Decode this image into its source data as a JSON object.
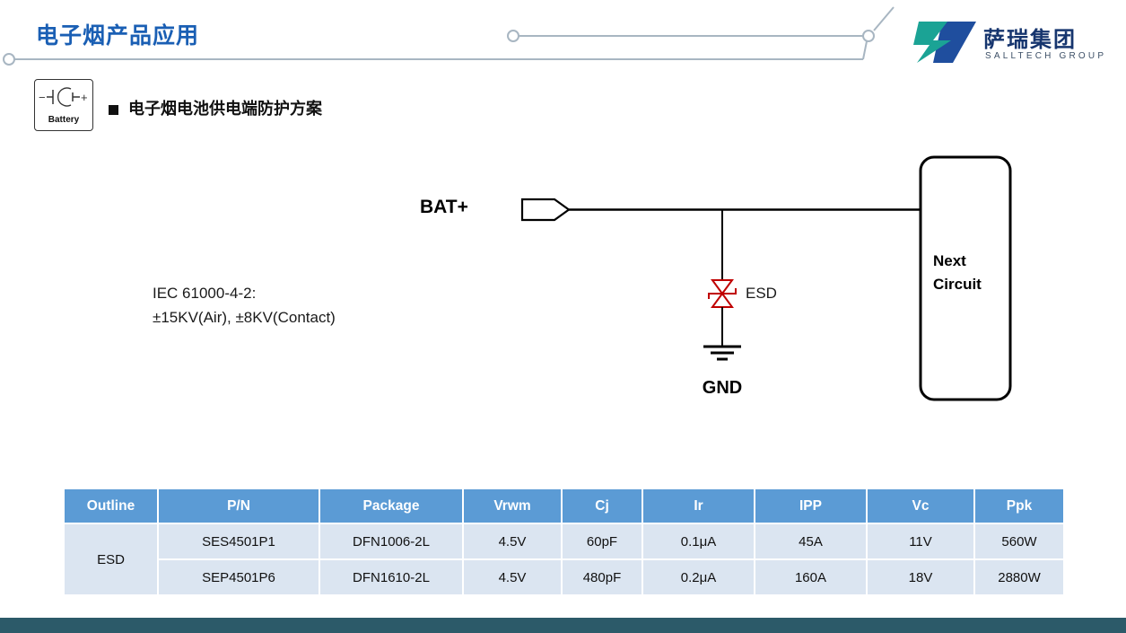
{
  "slide": {
    "title": "电子烟产品应用"
  },
  "logo": {
    "name": "萨瑞集团",
    "subtitle": "SALLTECH GROUP"
  },
  "section": {
    "icon_label": "Battery",
    "heading": "电子烟电池供电端防护方案"
  },
  "circuit": {
    "bat_label": "BAT+",
    "esd_label": "ESD",
    "gnd_label": "GND",
    "next_line1": "Next",
    "next_line2": "Circuit",
    "iec_line1": "IEC 61000-4-2:",
    "iec_line2": "±15KV(Air), ±8KV(Contact)"
  },
  "table": {
    "headers": [
      "Outline",
      "P/N",
      "Package",
      "Vrwm",
      "Cj",
      "Ir",
      "IPP",
      "Vc",
      "Ppk"
    ],
    "outline_label": "ESD",
    "rows": [
      [
        "SES4501P1",
        "DFN1006-2L",
        "4.5V",
        "60pF",
        "0.1μA",
        "45A",
        "11V",
        "560W"
      ],
      [
        "SEP4501P6",
        "DFN1610-2L",
        "4.5V",
        "480pF",
        "0.2μA",
        "160A",
        "18V",
        "2880W"
      ]
    ]
  },
  "colors": {
    "title_blue": "#1a5fb4",
    "table_header_blue": "#5b9bd5",
    "table_row_blue": "#dbe5f1",
    "esd_red": "#c00000",
    "footer_teal": "#2c5a69",
    "logo_teal": "#1ba395",
    "logo_blue": "#1f4e9e",
    "decor_gray": "#a8b6c2"
  }
}
